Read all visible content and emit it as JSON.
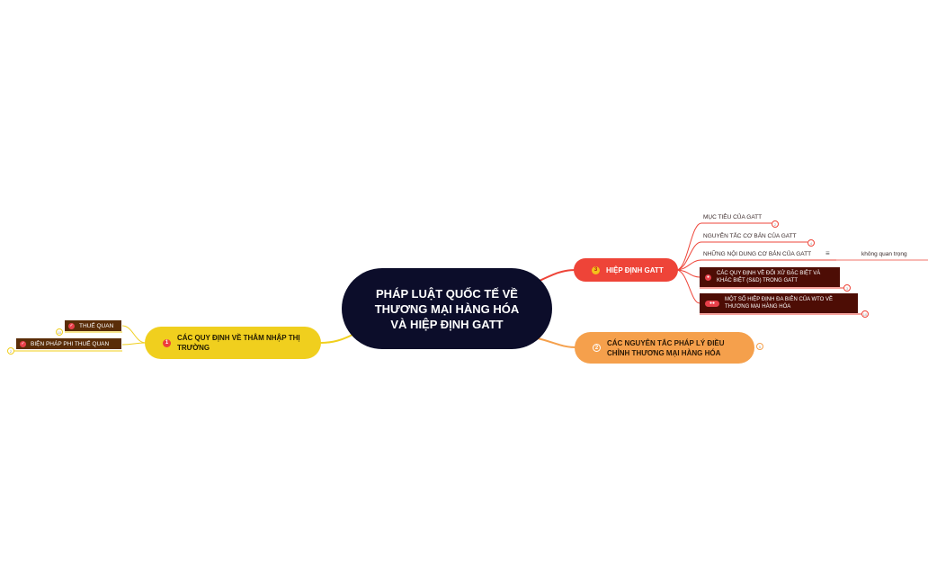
{
  "central": {
    "title": "PHÁP LUẬT QUỐC TẾ VỀ THƯƠNG MẠI HÀNG HÓA VÀ HIỆP ĐỊNH GATT"
  },
  "branches": {
    "gatt": {
      "number": "3",
      "label": "HIỆP ĐỊNH GATT",
      "children": {
        "muc_tieu": "MỤC TIÊU CỦA GATT",
        "nguyen_tac": "NGUYÊN TẮC CƠ BẢN CỦA GATT",
        "noi_dung": "NHỮNG NỘI DUNG CƠ BẢN CỦA GATT",
        "noi_dung_note": "không quan trọng",
        "sd": "CÁC QUY ĐỊNH VỀ ĐỐI XỬ ĐẶC BIỆT VÀ KHÁC BIỆT (S&D) TRONG GATT",
        "hiep_dinh_wto": "MỘT SỐ HIỆP ĐỊNH ĐA BIÊN CỦA WTO VỀ THƯƠNG MẠI HÀNG HÓA"
      }
    },
    "nguyen_tac": {
      "number": "2",
      "label": "CÁC NGUYÊN TẮC PHÁP LÝ ĐIỀU CHỈNH THƯƠNG MẠI HÀNG HÓA"
    },
    "tham_nhap": {
      "number": "1",
      "label": "CÁC QUY ĐỊNH VỀ THÂM NHẬP THỊ TRƯỜNG",
      "children": {
        "thue_quan": "THUẾ QUAN",
        "phi_thue_quan": "BIỆN PHÁP PHI THUẾ QUAN"
      }
    }
  },
  "colors": {
    "central": "#0c0d2a",
    "gatt": "#ee4438",
    "nguyen_tac": "#f5a04c",
    "tham_nhap": "#f0cf1e",
    "sub_box": "#4d0d05",
    "brown_box": "#5a2d08"
  }
}
